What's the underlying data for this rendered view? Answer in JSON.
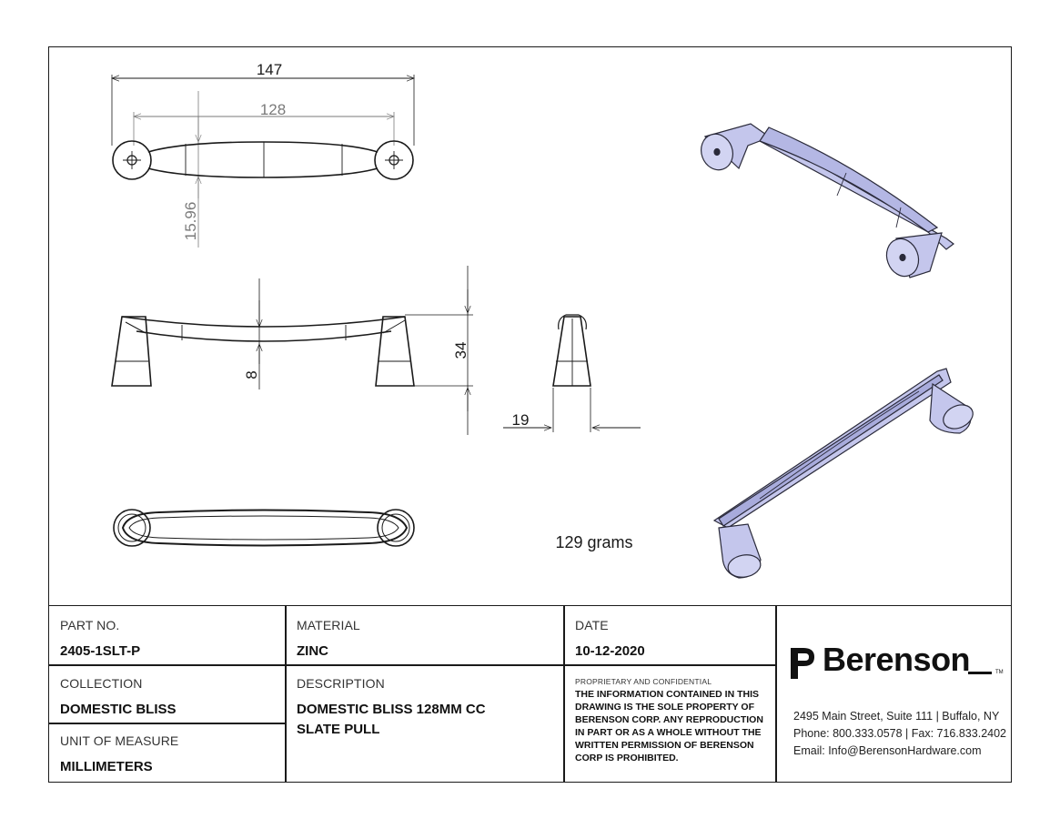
{
  "drawing": {
    "dims": {
      "overall_length": "147",
      "center_to_center": "128",
      "width": "15.96",
      "height": "34",
      "thickness": "8",
      "depth": "19"
    },
    "weight_note": "129 grams",
    "colors": {
      "line": "#1a1a1a",
      "dim": "#7a7a7a",
      "render_fill": "#c4c6ec",
      "render_edge": "#2a2a3a"
    }
  },
  "title_block": {
    "part_no": {
      "label": "PART NO.",
      "value": "2405-1SLT-P"
    },
    "material": {
      "label": "MATERIAL",
      "value": "ZINC"
    },
    "date": {
      "label": "DATE",
      "value": "10-12-2020"
    },
    "collection": {
      "label": "COLLECTION",
      "value": "DOMESTIC BLISS"
    },
    "description": {
      "label": "DESCRIPTION",
      "line1": "DOMESTIC BLISS 128MM CC",
      "line2": "SLATE PULL"
    },
    "unit": {
      "label": "UNIT OF MEASURE",
      "value": "MILLIMETERS"
    },
    "confidential": {
      "heading": "PROPRIETARY AND CONFIDENTIAL",
      "lines": [
        "THE INFORMATION CONTAINED IN THIS",
        "DRAWING IS THE SOLE PROPERTY OF",
        "BERENSON CORP. ANY REPRODUCTION",
        "IN PART OR AS A WHOLE WITHOUT THE",
        "WRITTEN PERMISSION OF BERENSON",
        "CORP IS PROHIBITED."
      ]
    },
    "company": {
      "name": "Berenson",
      "trademark": "TM",
      "address": "2495 Main Street, Suite 111 | Buffalo, NY",
      "phone_fax": "Phone: 800.333.0578 | Fax: 716.833.2402",
      "email": "Email: Info@BerensonHardware.com"
    }
  }
}
